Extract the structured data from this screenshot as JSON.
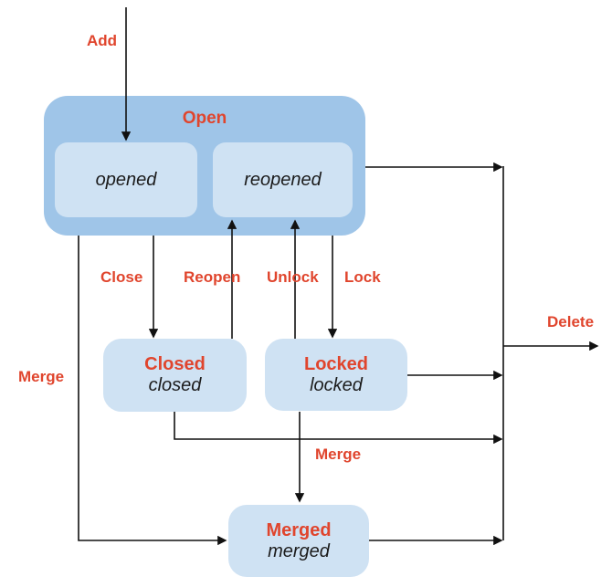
{
  "colors": {
    "background": "#ffffff",
    "container": "#9fc5e8",
    "state": "#cfe2f3",
    "label": "#e0452d",
    "line": "#111111",
    "text": "#1c1c1c"
  },
  "nodes": {
    "open": {
      "label": "Open"
    },
    "opened": {
      "label": "opened"
    },
    "reopened": {
      "label": "reopened"
    },
    "closed": {
      "name": "Closed",
      "state": "closed"
    },
    "locked": {
      "name": "Locked",
      "state": "locked"
    },
    "merged": {
      "name": "Merged",
      "state": "merged"
    }
  },
  "edge_labels": {
    "add": "Add",
    "close": "Close",
    "reopen": "Reopen",
    "unlock": "Unlock",
    "lock": "Lock",
    "merge_left": "Merge",
    "merge_mid": "Merge",
    "delete": "Delete"
  }
}
